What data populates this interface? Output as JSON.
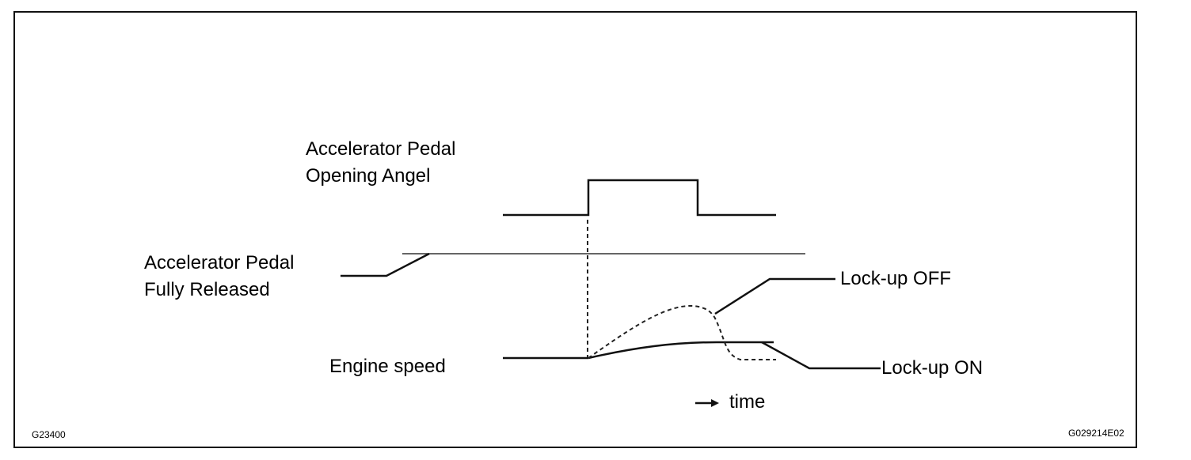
{
  "labels": {
    "pedal_angle_line1": "Accelerator Pedal",
    "pedal_angle_line2": "Opening Angel",
    "released_line1": "Accelerator Pedal",
    "released_line2": "Fully Released",
    "engine_speed": "Engine speed",
    "lockup_off": "Lock-up OFF",
    "lockup_on": "Lock-up ON",
    "time": "time",
    "code_left": "G23400",
    "code_right": "G029214E02"
  }
}
